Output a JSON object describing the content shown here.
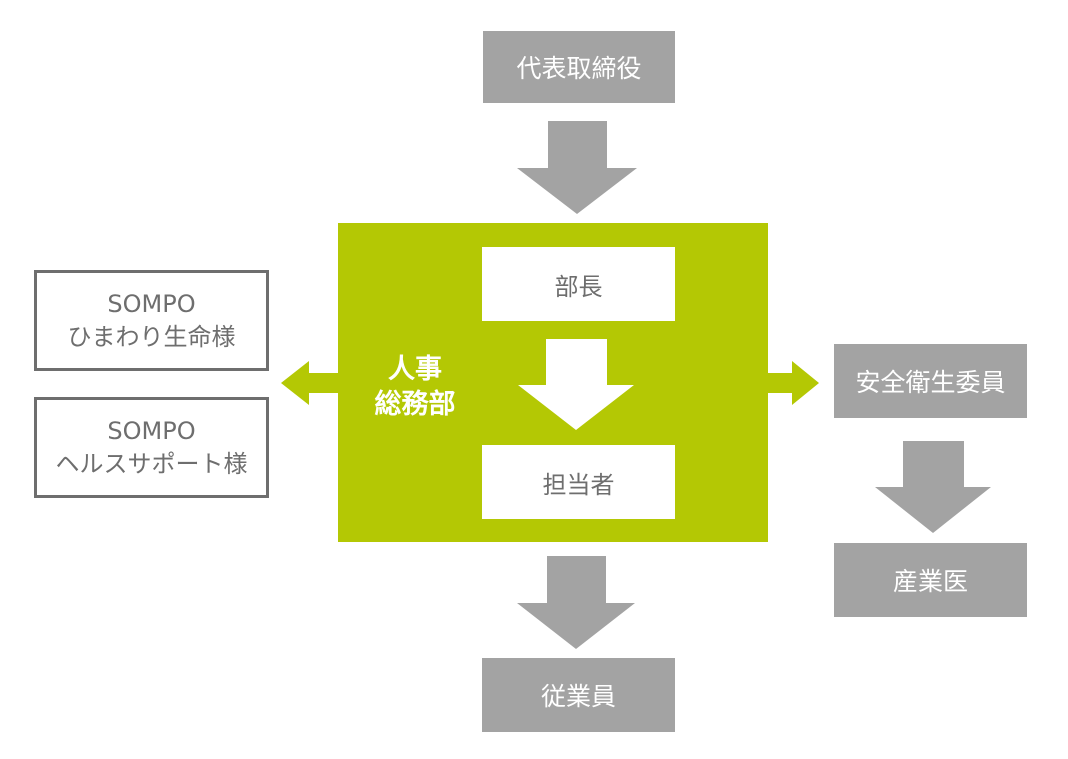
{
  "diagram": {
    "top": {
      "label": "代表取締役"
    },
    "department": {
      "label_line1": "人事",
      "label_line2": "総務部",
      "head": "部長",
      "staff": "担当者"
    },
    "left_partners": [
      {
        "line1": "SOMPO",
        "line2": "ひまわり生命様"
      },
      {
        "line1": "SOMPO",
        "line2": "ヘルスサポート様"
      }
    ],
    "right_chain": {
      "committee": "安全衛生委員",
      "doctor": "産業医"
    },
    "bottom": {
      "label": "従業員"
    },
    "colors": {
      "green": "#b4c804",
      "gray_box": "#a3a3a3",
      "gray_text": "#6e6e6e",
      "white": "#ffffff"
    },
    "icons": [
      "arrow-down-icon",
      "arrow-left-icon",
      "arrow-right-icon"
    ]
  }
}
